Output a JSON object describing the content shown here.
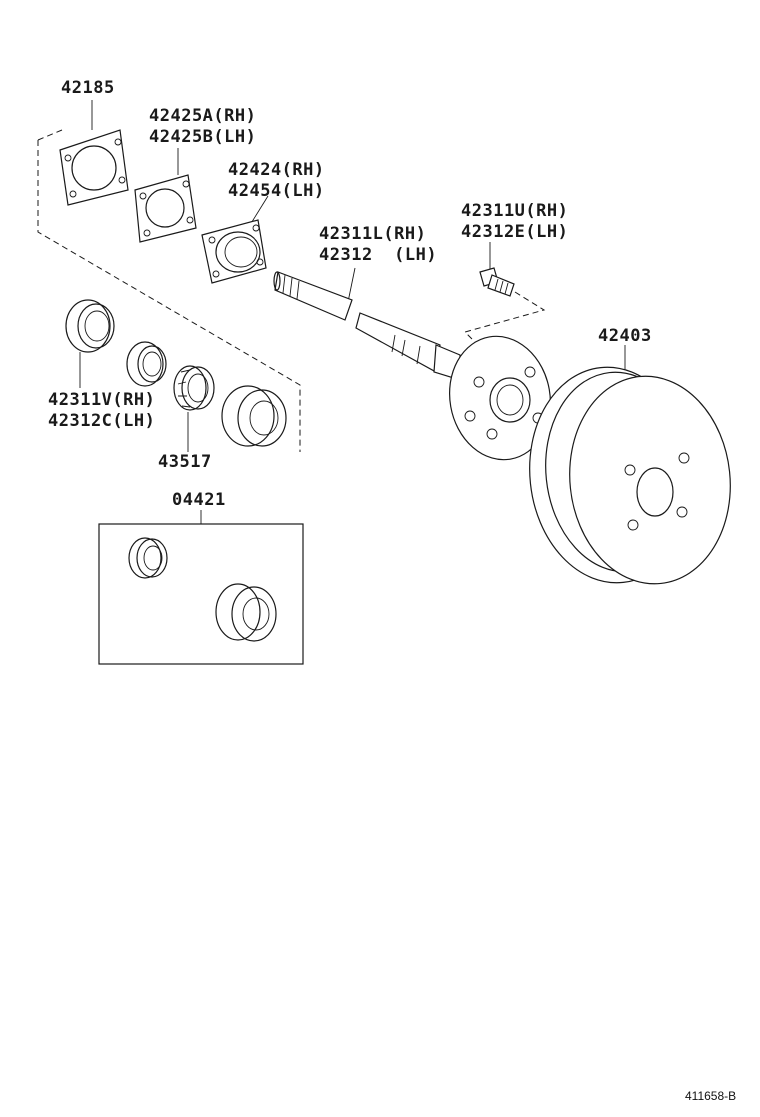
{
  "parts": {
    "p42185": "42185",
    "p42425": [
      "42425A(RH)",
      "42425B(LH)"
    ],
    "p42424": [
      "42424(RH)",
      "42454(LH)"
    ],
    "p42311L": [
      "42311L(RH)",
      "42312  (LH)"
    ],
    "p42311U": [
      "42311U(RH)",
      "42312E(LH)"
    ],
    "p42403": "42403",
    "p42311V": [
      "42311V(RH)",
      "42312C(LH)"
    ],
    "p43517": "43517",
    "p04421": "04421"
  },
  "reference": "411658-B"
}
